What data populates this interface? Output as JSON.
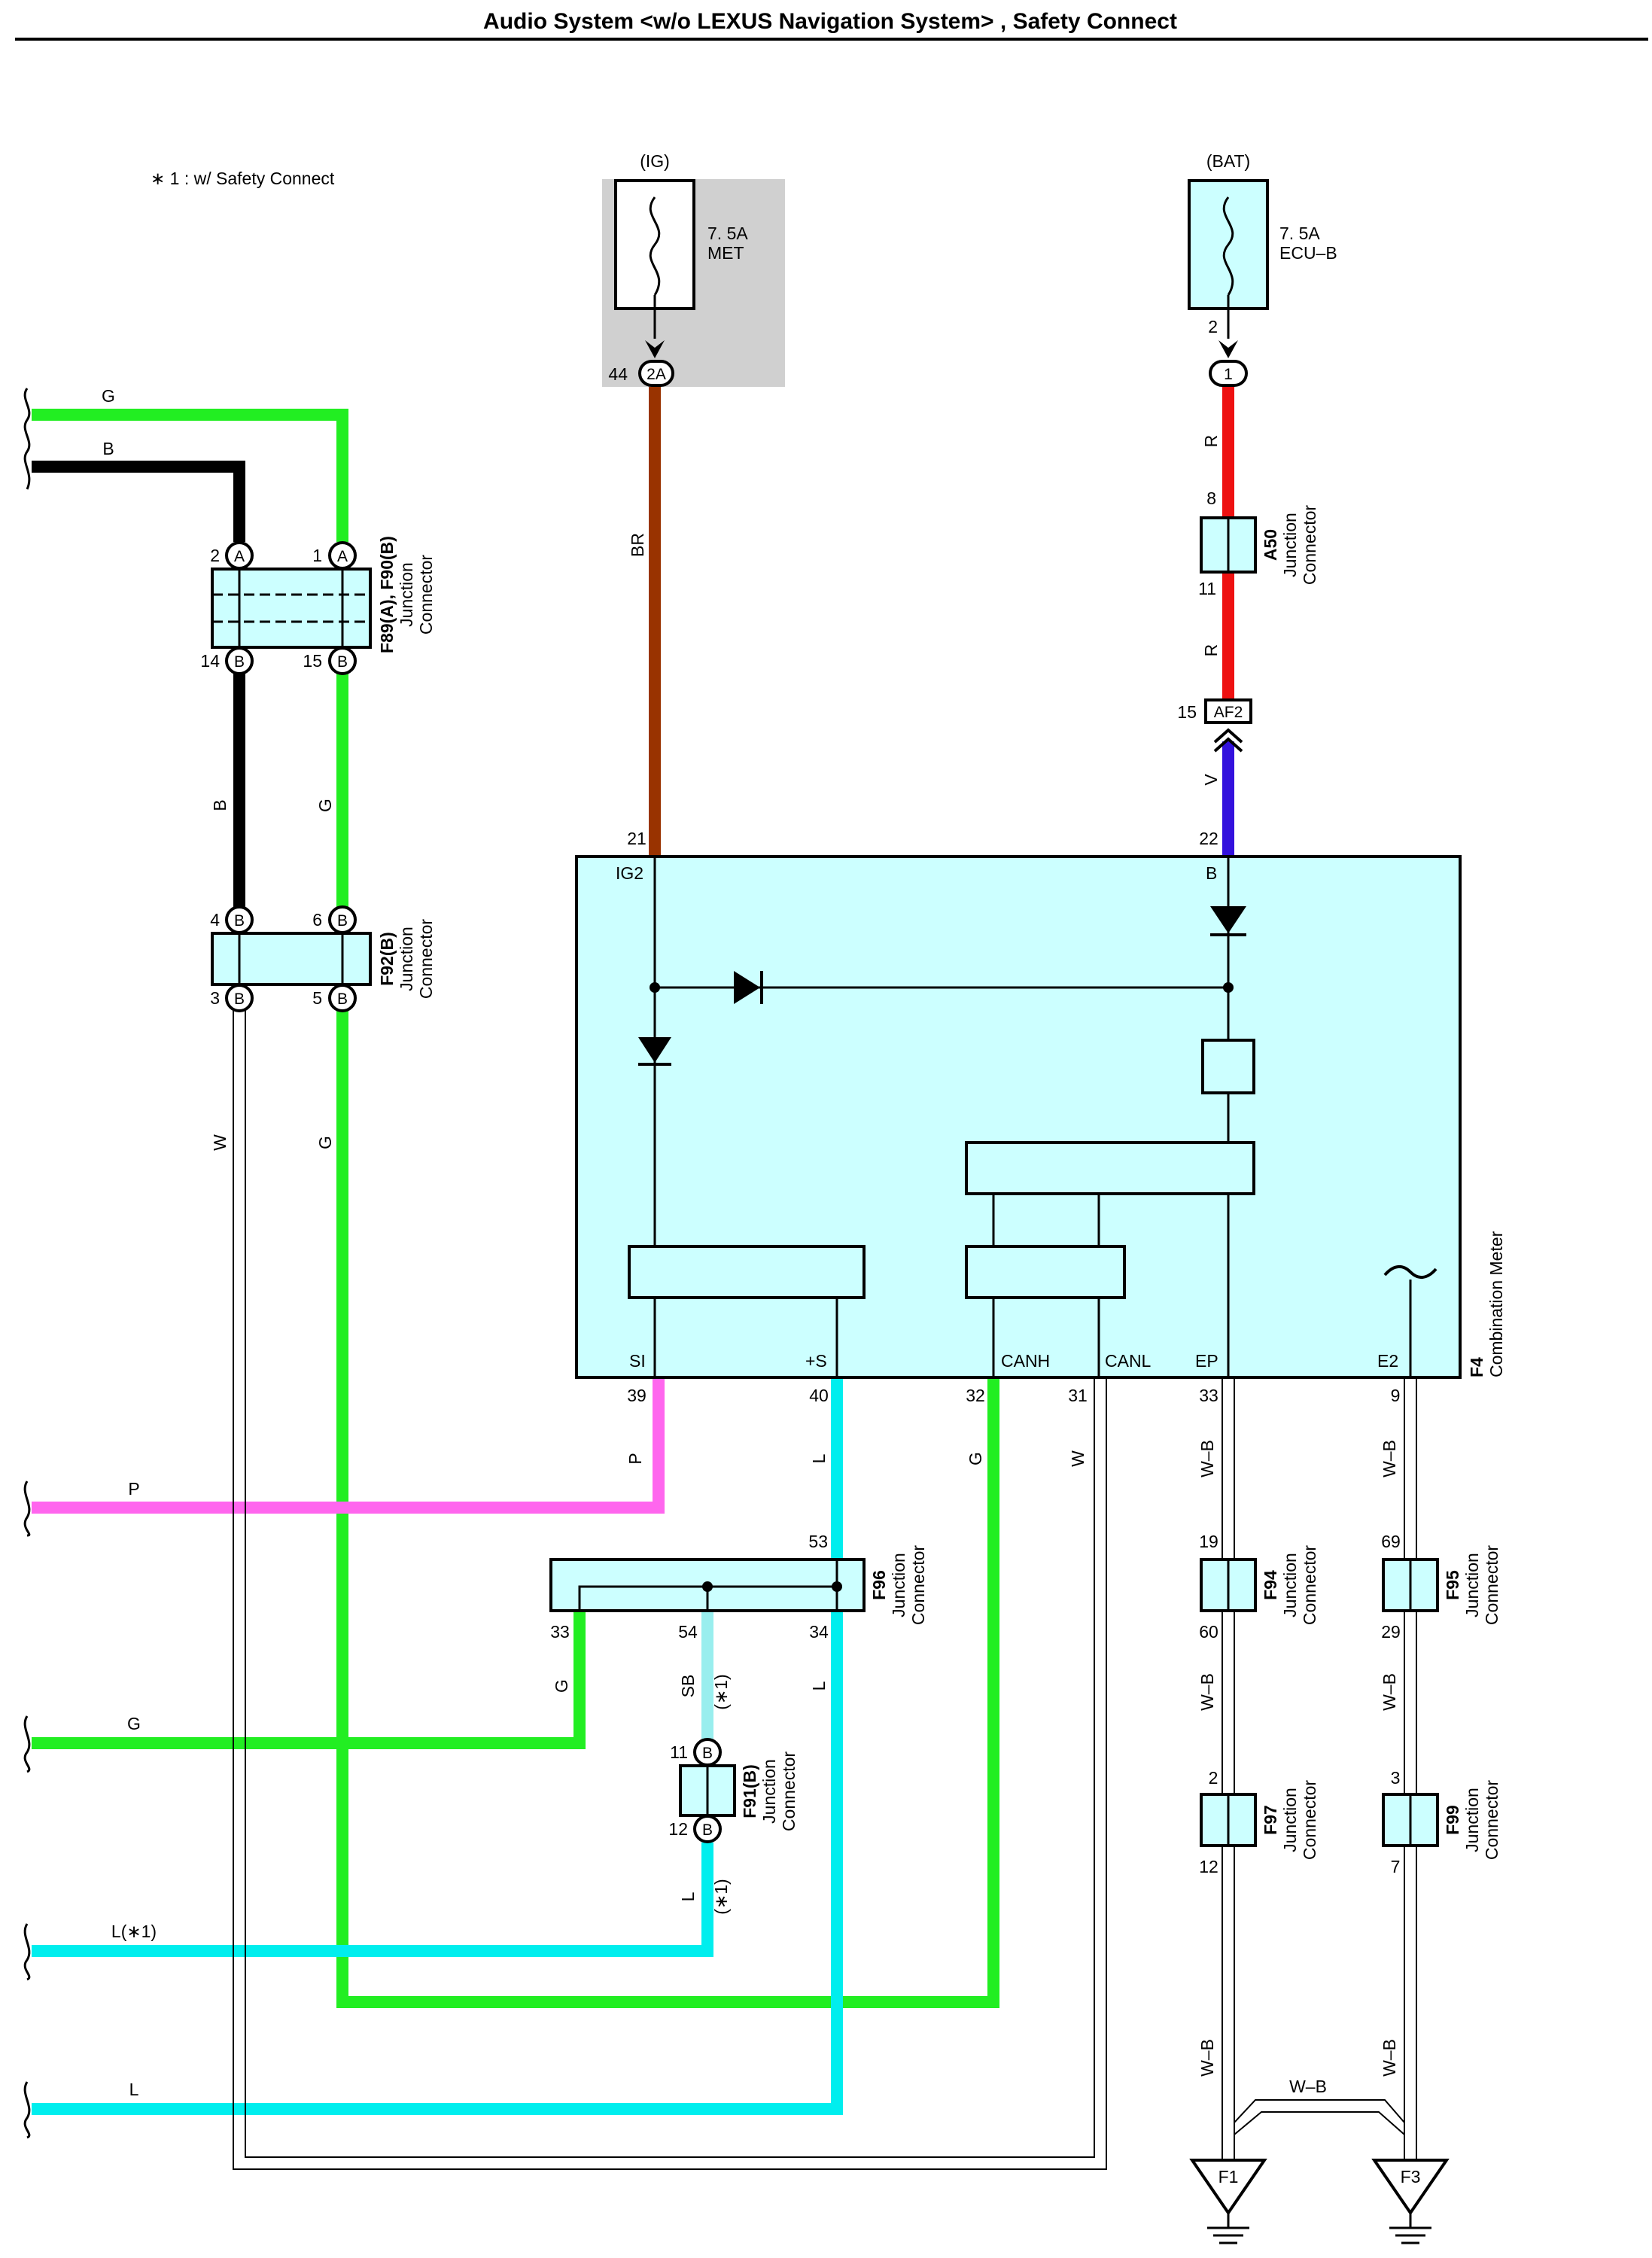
{
  "title": "Audio System <w/o LEXUS Navigation System> , Safety Connect",
  "note": "∗ 1 : w/ Safety Connect",
  "fuse_ig": {
    "source": "(IG)",
    "rating": "7. 5A",
    "name": "MET",
    "pin": "44",
    "connector": "2A"
  },
  "fuse_bat": {
    "source": "(BAT)",
    "rating": "7. 5A",
    "name": "ECU–B",
    "pin": "2",
    "connector": "1"
  },
  "wire_colors": {
    "G": "#22ee22",
    "B": "#000000",
    "BR": "#993300",
    "R": "#ee1111",
    "V": "#3311dd",
    "P": "#ff66ee",
    "L": "#00eeee",
    "SB": "#99eeee",
    "W": "#ffffff",
    "W-B": "#ffffff"
  },
  "colors": {
    "component_fill": "#ccffff",
    "fuse_shade": "#d0d0d0"
  },
  "wire_labels": {
    "left_g_top": "G",
    "left_b_top": "B",
    "b_vertical": "B",
    "g_vertical": "G",
    "w_vertical": "W",
    "g_vertical_lower": "G",
    "br": "BR",
    "r_upper": "R",
    "r_lower": "R",
    "v": "V",
    "p_vertical": "P",
    "l_vertical": "L",
    "g_canh": "G",
    "w_canl": "W",
    "wb_ep_1": "W–B",
    "wb_ep_2": "W–B",
    "wb_ep_3": "W–B",
    "wb_e2_1": "W–B",
    "wb_e2_2": "W–B",
    "wb_e2_3": "W–B",
    "wb_bridge": "W–B",
    "left_p": "P",
    "left_g_mid": "G",
    "left_l1": "L(∗1)",
    "left_l": "L",
    "sb": "SB",
    "sb_note": "(∗1)",
    "l_f91": "L",
    "l_f91_note": "(∗1)",
    "l_f96": "L"
  },
  "connectors": {
    "f89": {
      "label": "F89(A), F90(B)",
      "type": "Junction",
      "type2": "Connector",
      "pins": {
        "p2": "2",
        "pA1": "A",
        "p1": "1",
        "pA2": "A",
        "p14": "14",
        "pB1": "B",
        "p15": "15",
        "pB2": "B"
      }
    },
    "f92": {
      "label": "F92(B)",
      "type": "Junction",
      "type2": "Connector",
      "pins": {
        "p4": "4",
        "p6": "6",
        "p3": "3",
        "p5": "5",
        "code": "B"
      }
    },
    "a50": {
      "label": "A50",
      "type": "Junction",
      "type2": "Connector",
      "pins": {
        "p8": "8",
        "p11": "11"
      }
    },
    "af2": {
      "label": "AF2",
      "pin": "15"
    },
    "f96": {
      "label": "F96",
      "type": "Junction",
      "type2": "Connector",
      "pins": {
        "p53": "53",
        "p33": "33",
        "p54": "54",
        "p34": "34"
      }
    },
    "f91": {
      "label": "F91(B)",
      "type": "Junction",
      "type2": "Connector",
      "pins": {
        "p11": "11",
        "p12": "12",
        "code": "B"
      }
    },
    "f94": {
      "label": "F94",
      "type": "Junction",
      "type2": "Connector",
      "pins": {
        "p19": "19",
        "p60": "60"
      }
    },
    "f95": {
      "label": "F95",
      "type": "Junction",
      "type2": "Connector",
      "pins": {
        "p69": "69",
        "p29": "29"
      }
    },
    "f97": {
      "label": "F97",
      "type": "Junction",
      "type2": "Connector",
      "pins": {
        "p2": "2",
        "p12": "12"
      }
    },
    "f99": {
      "label": "F99",
      "type": "Junction",
      "type2": "Connector",
      "pins": {
        "p3": "3",
        "p7": "7"
      }
    }
  },
  "meter": {
    "id": "F4",
    "name": "Combination Meter",
    "terminals": {
      "ig2": {
        "name": "IG2",
        "pin": "21"
      },
      "b": {
        "name": "B",
        "pin": "22"
      },
      "si": {
        "name": "SI",
        "pin": "39"
      },
      "plus_s": {
        "name": "+S",
        "pin": "40"
      },
      "canh": {
        "name": "CANH",
        "pin": "32"
      },
      "canl": {
        "name": "CANL",
        "pin": "31"
      },
      "ep": {
        "name": "EP",
        "pin": "33"
      },
      "e2": {
        "name": "E2",
        "pin": "9"
      }
    }
  },
  "grounds": {
    "f1": "F1",
    "f3": "F3"
  }
}
